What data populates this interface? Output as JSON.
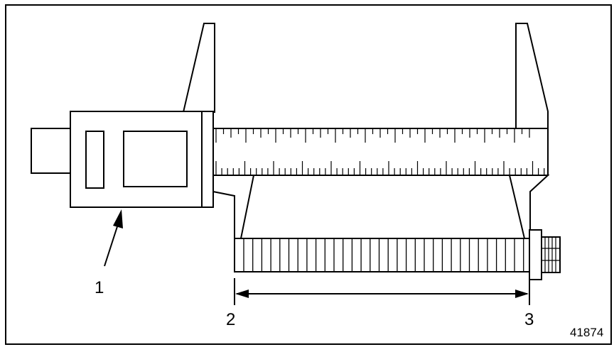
{
  "labels": {
    "callout_1": "1",
    "callout_2": "2",
    "callout_3": "3",
    "figure_number": "41874"
  },
  "colors": {
    "line": "#000000",
    "background": "#ffffff"
  }
}
